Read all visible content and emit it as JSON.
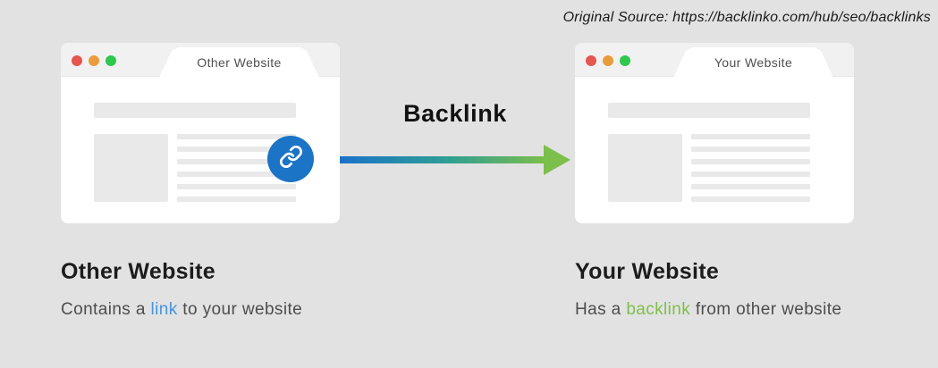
{
  "attribution": "Original Source: https://backlinko.com/hub/seo/backlinks",
  "arrow": {
    "label": "Backlink",
    "gradient_start_color": "#1b72c8",
    "gradient_end_color": "#7cbf4a"
  },
  "left_window": {
    "tab_title": "Other Website",
    "heading": "Other Website",
    "caption": {
      "before": "Contains a ",
      "highlight": "link",
      "after": " to your website"
    },
    "highlight_color": "#4795dc",
    "link_badge_icon": "chain-link-icon",
    "link_badge_color": "#1b74c5"
  },
  "right_window": {
    "tab_title": "Your Website",
    "heading": "Your Website",
    "caption": {
      "before": "Has a ",
      "highlight": "backlink",
      "after": " from other website"
    },
    "highlight_color": "#7dbf4b"
  },
  "icons": {
    "traffic_lights": [
      "red-dot",
      "orange-dot",
      "green-dot"
    ],
    "traffic_light_colors": [
      "#e4564e",
      "#e99c3b",
      "#2ec84d"
    ]
  },
  "colors": {
    "background": "#e2e2e2",
    "window_header": "#f1f1f1",
    "window_body": "#ffffff",
    "placeholder_gray": "#e9e9e9",
    "caption_gray": "#4d4d4d",
    "heading_black": "#1c1c1c"
  }
}
